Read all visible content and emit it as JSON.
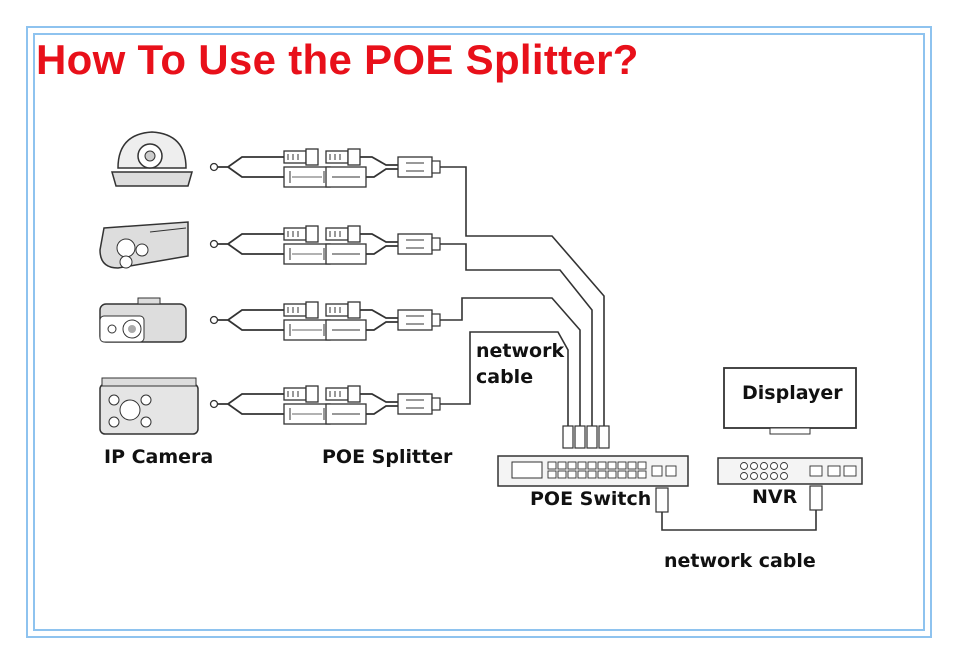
{
  "title": "How To Use the POE Splitter?",
  "labels": {
    "ip_camera": "IP Camera",
    "poe_splitter": "POE Splitter",
    "network_cable_1": "network",
    "network_cable_2": "cable",
    "displayer": "Displayer",
    "poe_switch": "POE Switch",
    "nvr": "NVR",
    "network_cable_bottom": "network cable"
  },
  "colors": {
    "title": "#e8101a",
    "frame": "#8ec3ef",
    "line": "#333333"
  }
}
